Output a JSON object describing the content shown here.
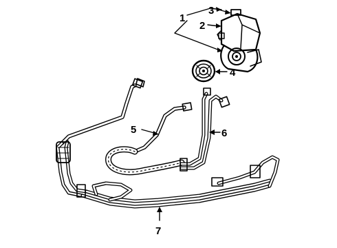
{
  "callouts": {
    "c1": "1",
    "c2": "2",
    "c3": "3",
    "c4": "4",
    "c5": "5",
    "c6": "6",
    "c7": "7"
  },
  "parts": {
    "pump": "power-steering-pump",
    "reservoir": "reservoir",
    "pulley": "pump-pulley",
    "pressure_hose": "pressure-hose",
    "return_hose": "return-hose",
    "cooler_lines": "cooler-lines"
  }
}
